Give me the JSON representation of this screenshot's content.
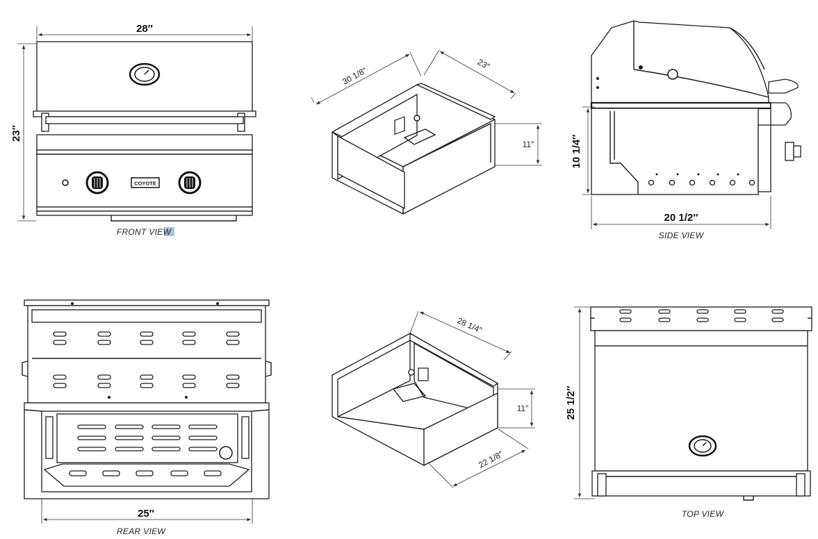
{
  "views": {
    "front": {
      "caption": "FRONT VIEW",
      "width": "28″",
      "height": "23″",
      "logo": "COYOTE"
    },
    "iso_top": {
      "diag": "30 1/8″",
      "depth": "23″",
      "height": "11″"
    },
    "side": {
      "caption": "SIDE VIEW",
      "depth": "20 1/2″",
      "height": "10 1/4″"
    },
    "rear": {
      "caption": "REAR VIEW",
      "width": "25″"
    },
    "iso_bottom": {
      "diag": "28 1/4″",
      "depth": "22 1/8″",
      "height": "11″"
    },
    "top": {
      "caption": "TOP VIEW",
      "depth": "25 1/2″"
    }
  }
}
